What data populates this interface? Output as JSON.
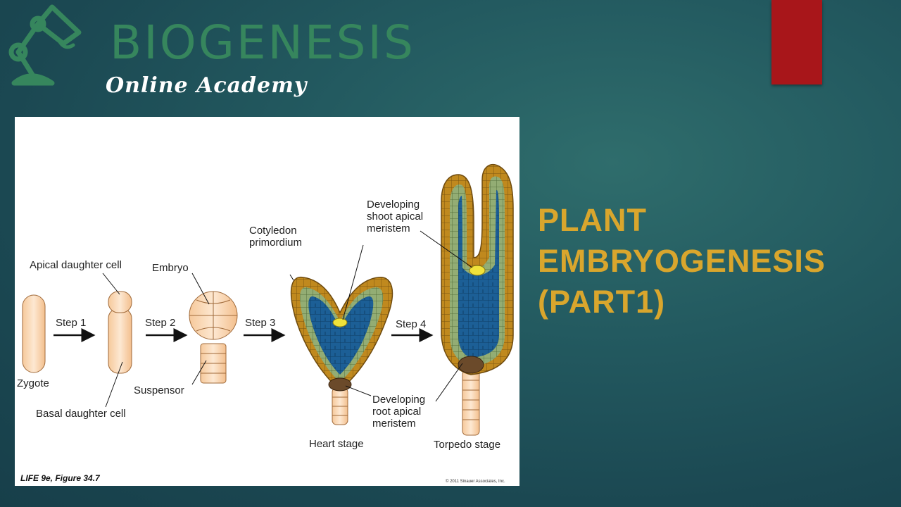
{
  "brand": {
    "name": "BIOGENESIS",
    "tagline": "Online Academy",
    "logo_icon": "desk-lamp-icon",
    "colors": {
      "brand_green": "#36865d",
      "accent_red": "#a8161a",
      "title_gold": "#d9a62d"
    }
  },
  "title": {
    "line1": "PLANT",
    "line2": "EMBRYOGENESIS",
    "line3": "(PART1)"
  },
  "figure": {
    "caption": "LIFE 9e, Figure 34.7",
    "copyright": "© 2011 Sinauer Associates, Inc.",
    "labels": {
      "zygote": "Zygote",
      "apical": "Apical daughter cell",
      "basal": "Basal daughter cell",
      "embryo": "Embryo",
      "suspensor": "Suspensor",
      "cotyledon1": "Cotyledon",
      "cotyledon2": "primordium",
      "shoot1": "Developing",
      "shoot2": "shoot apical",
      "shoot3": "meristem",
      "root1": "Developing",
      "root2": "root apical",
      "root3": "meristem",
      "heart": "Heart stage",
      "torpedo": "Torpedo stage"
    },
    "steps": [
      "Step 1",
      "Step 2",
      "Step 3",
      "Step 4"
    ]
  }
}
